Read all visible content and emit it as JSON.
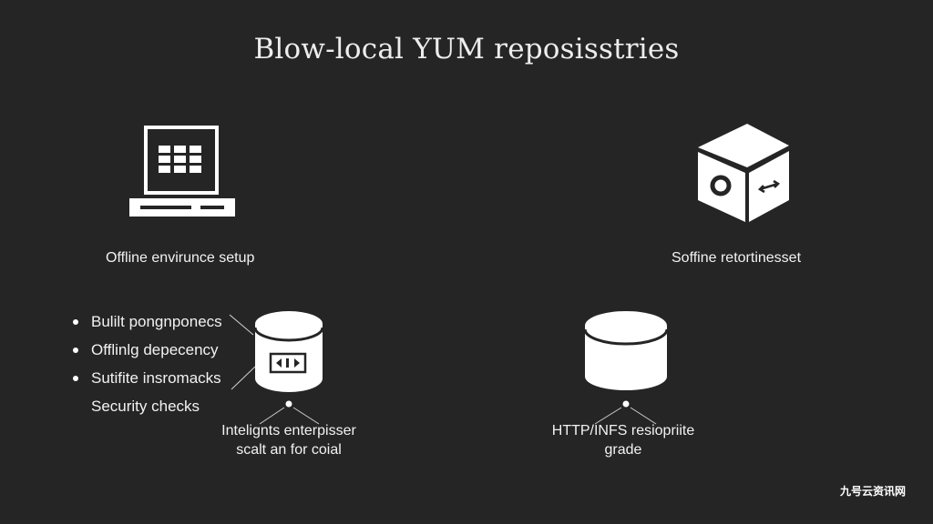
{
  "title": "Blow-local YUM reposisstries",
  "left_top": {
    "icon": "laptop-icon",
    "label": "Offline envirunce setup"
  },
  "right_top": {
    "icon": "cube-icon",
    "label": "Soffine retortinesset"
  },
  "left_bottom": {
    "icon": "database-icon",
    "bullets": [
      "Bulilt pongnponecs",
      "Offlinlg depecency",
      "Sutifite insromacks"
    ],
    "extra_line": "Security checks",
    "caption_lines": [
      "Intelignts enterpisser",
      "scalt an for coial"
    ]
  },
  "right_bottom": {
    "icon": "database-icon",
    "caption_lines": [
      "HTTP/INFS resiopriite",
      "grade"
    ]
  },
  "watermark": "九号云资讯网",
  "colors": {
    "background": "#252525",
    "foreground": "#ffffff"
  }
}
